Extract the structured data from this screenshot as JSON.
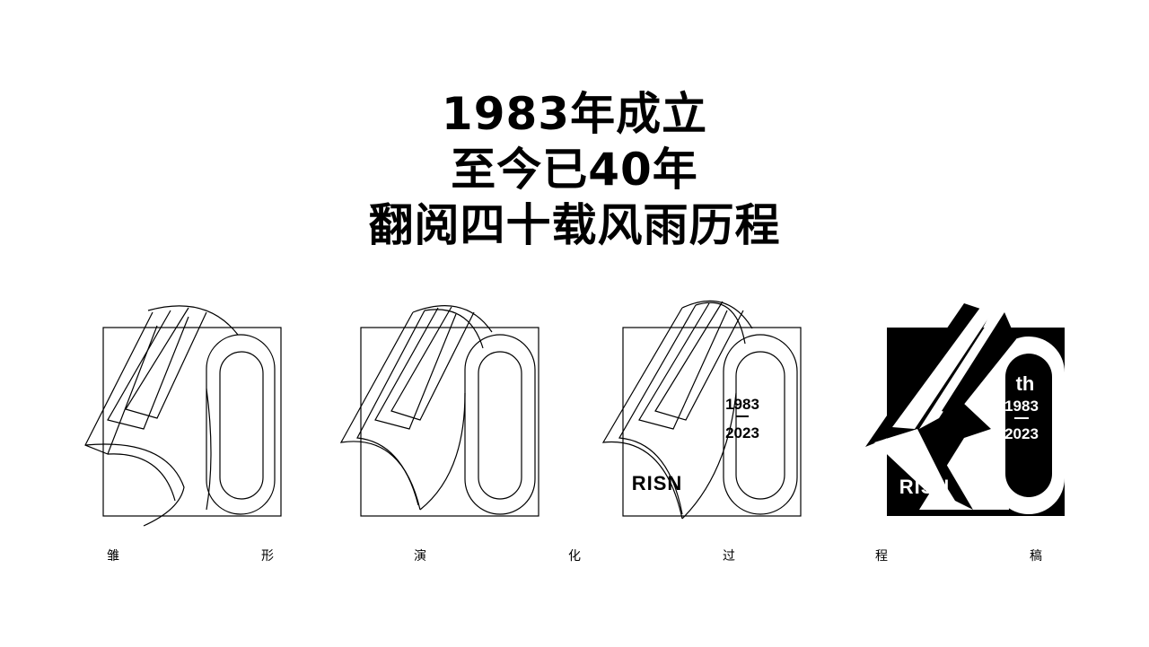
{
  "headline": {
    "lines": [
      "1983年成立",
      "至今已40年",
      "翻阅四十载风雨历程"
    ]
  },
  "stages": [
    {
      "label_name": "",
      "years_top": "",
      "years_bottom": "",
      "th": ""
    },
    {
      "label_name": "",
      "years_top": "",
      "years_bottom": "",
      "th": ""
    },
    {
      "label_name": "RISN",
      "years_top": "1983",
      "years_bottom": "2023",
      "th": ""
    },
    {
      "label_name": "RISN",
      "years_top": "1983",
      "years_bottom": "2023",
      "th": "th"
    }
  ],
  "captions": [
    "雏",
    "形",
    "演",
    "化",
    "过",
    "程",
    "稿"
  ],
  "colors": {
    "ink": "#000000",
    "paper": "#ffffff"
  }
}
